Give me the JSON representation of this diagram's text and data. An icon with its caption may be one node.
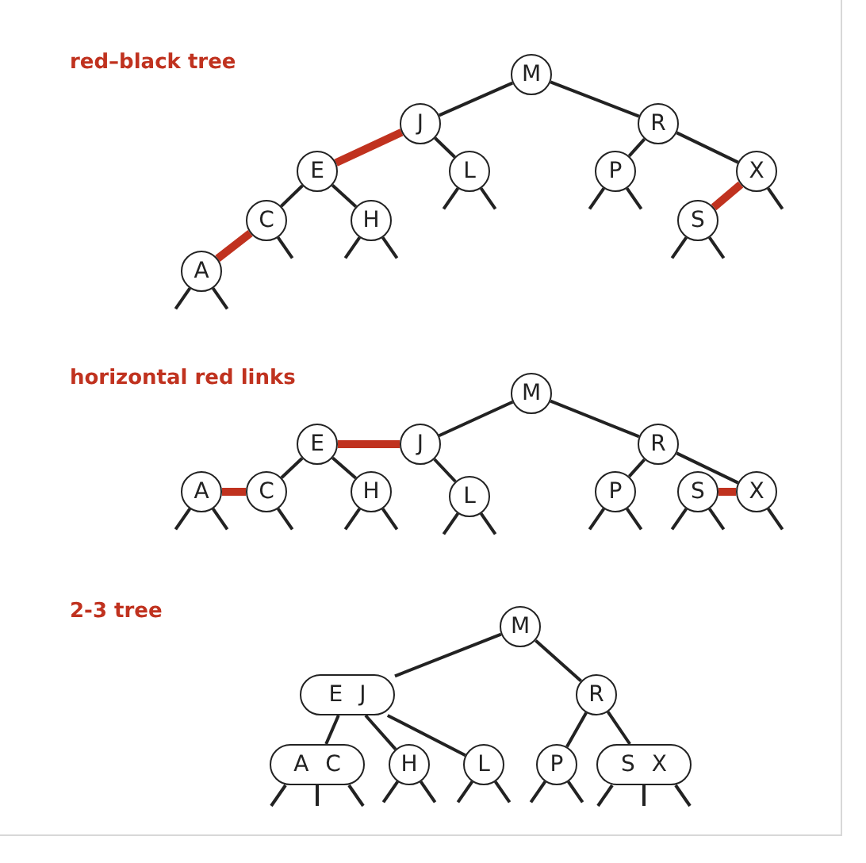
{
  "diagram": {
    "nodes": [
      {
        "text": [
          "M"
        ]
      },
      {
        "text": [
          "J"
        ]
      },
      {
        "text": [
          "R"
        ]
      },
      {
        "text": [
          "E"
        ]
      },
      {
        "text": [
          "L"
        ]
      },
      {
        "text": [
          "P"
        ]
      },
      {
        "text": [
          "X"
        ]
      },
      {
        "text": [
          "C"
        ]
      },
      {
        "text": [
          "H"
        ]
      },
      {
        "text": [
          "S"
        ]
      },
      {
        "text": [
          "A"
        ]
      },
      {
        "text": [
          "M"
        ]
      },
      {
        "text": [
          "E"
        ]
      },
      {
        "text": [
          "J"
        ]
      },
      {
        "text": [
          "R"
        ]
      },
      {
        "text": [
          "A"
        ]
      },
      {
        "text": [
          "C"
        ]
      },
      {
        "text": [
          "H"
        ]
      },
      {
        "text": [
          "L"
        ]
      },
      {
        "text": [
          "P"
        ]
      },
      {
        "text": [
          "S"
        ]
      },
      {
        "text": [
          "X"
        ]
      },
      {
        "text": [
          "M"
        ]
      },
      {
        "text": [
          "E J"
        ]
      },
      {
        "text": [
          "R"
        ]
      },
      {
        "text": [
          "A C"
        ]
      },
      {
        "text": [
          "H"
        ]
      },
      {
        "text": [
          "L"
        ]
      },
      {
        "text": [
          "P"
        ]
      },
      {
        "text": [
          "S X"
        ]
      }
    ],
    "edges": [
      {
        "from": 0,
        "to": 1,
        "arrow": "none"
      },
      {
        "from": 0,
        "to": 2,
        "arrow": "none"
      },
      {
        "from": 1,
        "to": 3,
        "arrow": "none",
        "style": "thick",
        "color": "#c0321f"
      },
      {
        "from": 1,
        "to": 4,
        "arrow": "none"
      },
      {
        "from": 2,
        "to": 5,
        "arrow": "none"
      },
      {
        "from": 2,
        "to": 6,
        "arrow": "none"
      },
      {
        "from": 3,
        "to": 7,
        "arrow": "none"
      },
      {
        "from": 3,
        "to": 8,
        "arrow": "none"
      },
      {
        "from": 6,
        "to": 9,
        "arrow": "none",
        "style": "thick",
        "color": "#c0321f"
      },
      {
        "from": 7,
        "to": 10,
        "arrow": "none",
        "style": "thick",
        "color": "#c0321f"
      },
      {
        "from": 10,
        "to": null,
        "arrow": "none"
      },
      {
        "from": 10,
        "to": null,
        "arrow": "none"
      },
      {
        "from": 7,
        "to": null,
        "arrow": "none"
      },
      {
        "from": 8,
        "to": null,
        "arrow": "none"
      },
      {
        "from": 8,
        "to": null,
        "arrow": "none"
      },
      {
        "from": 4,
        "to": null,
        "arrow": "none"
      },
      {
        "from": 4,
        "to": null,
        "arrow": "none"
      },
      {
        "from": 5,
        "to": null,
        "arrow": "none"
      },
      {
        "from": 5,
        "to": null,
        "arrow": "none"
      },
      {
        "from": 9,
        "to": null,
        "arrow": "none"
      },
      {
        "from": 9,
        "to": null,
        "arrow": "none"
      },
      {
        "from": 6,
        "to": null,
        "arrow": "none"
      },
      {
        "from": 11,
        "to": 13,
        "arrow": "none"
      },
      {
        "from": 11,
        "to": 14,
        "arrow": "none"
      },
      {
        "from": 13,
        "to": 12,
        "arrow": "none",
        "style": "thick",
        "color": "#c0321f"
      },
      {
        "from": 13,
        "to": 18,
        "arrow": "none"
      },
      {
        "from": 12,
        "to": 16,
        "arrow": "none"
      },
      {
        "from": 12,
        "to": 17,
        "arrow": "none"
      },
      {
        "from": 16,
        "to": 15,
        "arrow": "none",
        "style": "thick",
        "color": "#c0321f"
      },
      {
        "from": 14,
        "to": 19,
        "arrow": "none"
      },
      {
        "from": 14,
        "to": 21,
        "arrow": "none"
      },
      {
        "from": 21,
        "to": 20,
        "arrow": "none",
        "style": "thick",
        "color": "#c0321f"
      },
      {
        "from": 15,
        "to": null,
        "arrow": "none"
      },
      {
        "from": 15,
        "to": null,
        "arrow": "none"
      },
      {
        "from": 16,
        "to": null,
        "arrow": "none"
      },
      {
        "from": 17,
        "to": null,
        "arrow": "none"
      },
      {
        "from": 17,
        "to": null,
        "arrow": "none"
      },
      {
        "from": 18,
        "to": null,
        "arrow": "none"
      },
      {
        "from": 18,
        "to": null,
        "arrow": "none"
      },
      {
        "from": 19,
        "to": null,
        "arrow": "none"
      },
      {
        "from": 19,
        "to": null,
        "arrow": "none"
      },
      {
        "from": 20,
        "to": null,
        "arrow": "none"
      },
      {
        "from": 20,
        "to": null,
        "arrow": "none"
      },
      {
        "from": 21,
        "to": null,
        "arrow": "none"
      },
      {
        "from": 22,
        "to": 23,
        "arrow": "none"
      },
      {
        "from": 22,
        "to": 24,
        "arrow": "none"
      },
      {
        "from": 23,
        "to": 25,
        "arrow": "none"
      },
      {
        "from": 23,
        "to": 26,
        "arrow": "none"
      },
      {
        "from": 23,
        "to": 27,
        "arrow": "none"
      },
      {
        "from": 24,
        "to": 28,
        "arrow": "none"
      },
      {
        "from": 24,
        "to": 29,
        "arrow": "none"
      },
      {
        "from": 25,
        "to": null,
        "arrow": "none"
      },
      {
        "from": 25,
        "to": null,
        "arrow": "none"
      },
      {
        "from": 25,
        "to": null,
        "arrow": "none"
      },
      {
        "from": 26,
        "to": null,
        "arrow": "none"
      },
      {
        "from": 26,
        "to": null,
        "arrow": "none"
      },
      {
        "from": 27,
        "to": null,
        "arrow": "none"
      },
      {
        "from": 27,
        "to": null,
        "arrow": "none"
      },
      {
        "from": 28,
        "to": null,
        "arrow": "none"
      },
      {
        "from": 28,
        "to": null,
        "arrow": "none"
      },
      {
        "from": 29,
        "to": null,
        "arrow": "none"
      },
      {
        "from": 29,
        "to": null,
        "arrow": "none"
      },
      {
        "from": 29,
        "to": null,
        "arrow": "none"
      }
    ],
    "labels": [
      "red–black tree",
      "horizontal red links",
      "2-3 tree"
    ]
  }
}
